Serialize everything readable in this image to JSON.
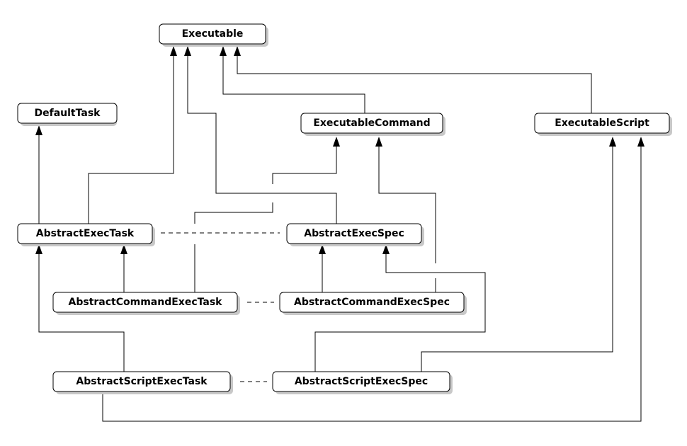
{
  "nodes": {
    "executable": "Executable",
    "default_task": "DefaultTask",
    "executable_command": "ExecutableCommand",
    "executable_script": "ExecutableScript",
    "abstract_exec_task": "AbstractExecTask",
    "abstract_exec_spec": "AbstractExecSpec",
    "abstract_command_exec_task": "AbstractCommandExecTask",
    "abstract_command_exec_spec": "AbstractCommandExecSpec",
    "abstract_script_exec_task": "AbstractScriptExecTask",
    "abstract_script_exec_spec": "AbstractScriptExecSpec"
  },
  "relations": [
    {
      "from": "abstract_exec_task",
      "to": "default_task",
      "kind": "inherits"
    },
    {
      "from": "abstract_exec_task",
      "to": "executable",
      "kind": "inherits"
    },
    {
      "from": "abstract_exec_spec",
      "to": "executable",
      "kind": "inherits"
    },
    {
      "from": "executable_command",
      "to": "executable",
      "kind": "inherits"
    },
    {
      "from": "executable_script",
      "to": "executable",
      "kind": "inherits"
    },
    {
      "from": "abstract_command_exec_task",
      "to": "abstract_exec_task",
      "kind": "inherits"
    },
    {
      "from": "abstract_command_exec_task",
      "to": "executable_command",
      "kind": "inherits"
    },
    {
      "from": "abstract_command_exec_spec",
      "to": "abstract_exec_spec",
      "kind": "inherits"
    },
    {
      "from": "abstract_command_exec_spec",
      "to": "executable_command",
      "kind": "inherits"
    },
    {
      "from": "abstract_script_exec_task",
      "to": "abstract_exec_task",
      "kind": "inherits"
    },
    {
      "from": "abstract_script_exec_task",
      "to": "executable_script",
      "kind": "inherits"
    },
    {
      "from": "abstract_script_exec_spec",
      "to": "abstract_exec_spec",
      "kind": "inherits"
    },
    {
      "from": "abstract_script_exec_spec",
      "to": "executable_script",
      "kind": "inherits"
    },
    {
      "from": "abstract_exec_task",
      "to": "abstract_exec_spec",
      "kind": "associated"
    },
    {
      "from": "abstract_command_exec_task",
      "to": "abstract_command_exec_spec",
      "kind": "associated"
    },
    {
      "from": "abstract_script_exec_task",
      "to": "abstract_script_exec_spec",
      "kind": "associated"
    }
  ]
}
